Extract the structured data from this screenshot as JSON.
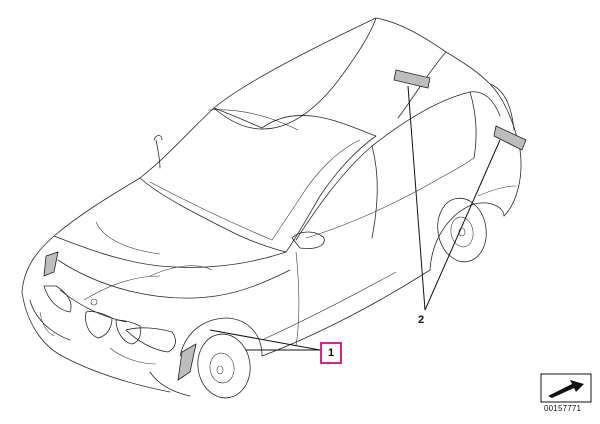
{
  "callouts": [
    {
      "label": "1",
      "highlighted": true,
      "highlight_color": "#e0218a"
    },
    {
      "label": "2",
      "highlighted": false
    }
  ],
  "part_number": "00157771",
  "icons": {
    "nav": "arrow-box-icon"
  }
}
